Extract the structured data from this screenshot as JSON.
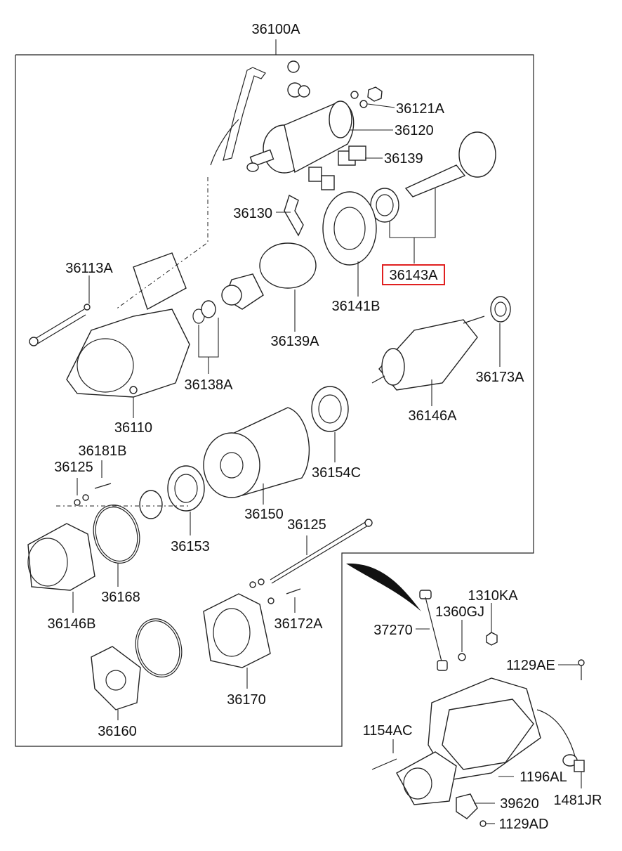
{
  "assembly_label": "36100A",
  "highlighted_part": "36143A",
  "parts": {
    "p36121A": "36121A",
    "p36120": "36120",
    "p36139": "36139",
    "p36130": "36130",
    "p36143A": "36143A",
    "p36113A": "36113A",
    "p36141B": "36141B",
    "p36139A": "36139A",
    "p36173A": "36173A",
    "p36138A": "36138A",
    "p36110": "36110",
    "p36146A": "36146A",
    "p36181B": "36181B",
    "p36125a": "36125",
    "p36154C": "36154C",
    "p36150": "36150",
    "p36125b": "36125",
    "p36153": "36153",
    "p36168": "36168",
    "p36146B": "36146B",
    "p36172A": "36172A",
    "p36170": "36170",
    "p36160": "36160",
    "p1310KA": "1310KA",
    "p1360GJ": "1360GJ",
    "p37270": "37270",
    "p1129AE": "1129AE",
    "p1154AC": "1154AC",
    "p1196AL": "1196AL",
    "p1481JR": "1481JR",
    "p39620": "39620",
    "p1129AD": "1129AD"
  },
  "colors": {
    "highlight": "#e02020",
    "line": "#222222"
  }
}
